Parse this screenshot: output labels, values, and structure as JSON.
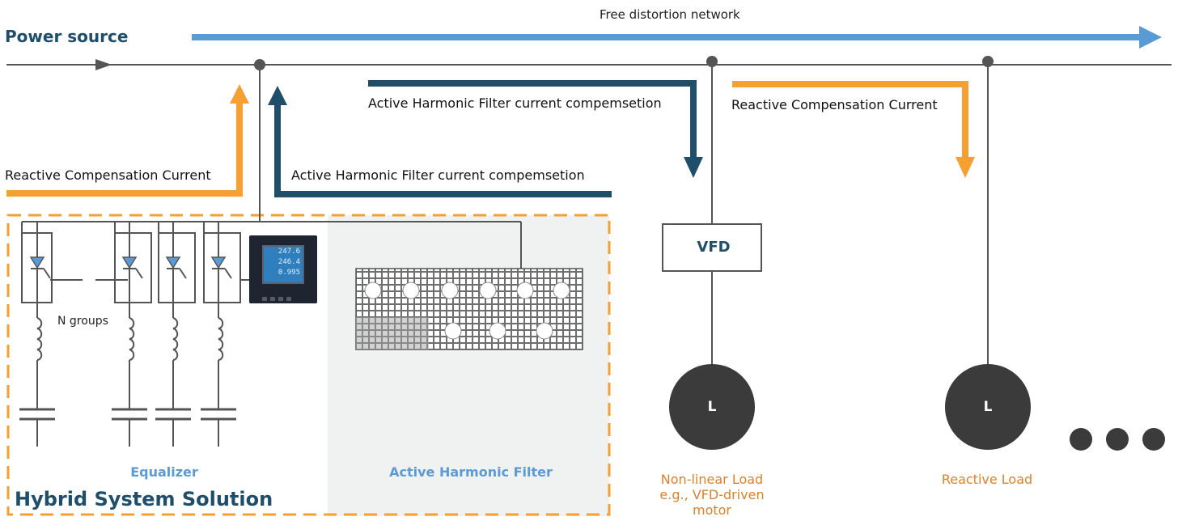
{
  "labels": {
    "network": "Free distortion network",
    "power_source": "Power source",
    "ahf_comp_top": "Active Harmonic Filter current compemsetion",
    "reactive_comp_top": "Reactive Compensation Current",
    "reactive_comp_left": "Reactive Compensation Current",
    "ahf_comp_left": "Active Harmonic Filter current compemsetion",
    "n_groups": "N groups",
    "equalizer": "Equalizer",
    "ahf_panel": "Active Harmonic Filter",
    "hybrid": "Hybrid System Solution",
    "vfd": "VFD",
    "load_symbol": "L",
    "nonlinear_load": "Non-linear Load e.g., VFD-driven motor",
    "reactive_load": "Reactive Load"
  },
  "meter": {
    "readings": [
      "247.6",
      "246.4",
      "0.995"
    ]
  },
  "colors": {
    "orange": "#f5a031",
    "blue": "#5b9bd5",
    "navy": "#1f4e6b",
    "line": "#555555",
    "load": "#3b3b3b",
    "load_text": "#d9822b"
  }
}
